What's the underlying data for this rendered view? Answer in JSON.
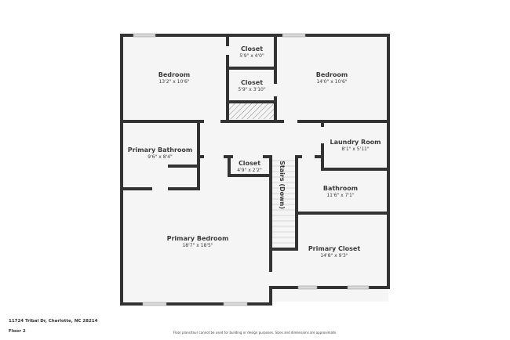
{
  "rooms": {
    "bedroom_left": {
      "name": "Bedroom",
      "dims": "13'2\" x 10'6\""
    },
    "closet_top": {
      "name": "Closet",
      "dims": "5'9\" x 4'0\""
    },
    "closet_mid": {
      "name": "Closet",
      "dims": "5'9\" x 3'10\""
    },
    "bedroom_right": {
      "name": "Bedroom",
      "dims": "14'0\" x 10'6\""
    },
    "primary_bathroom": {
      "name": "Primary Bathroom",
      "dims": "9'6\" x 8'4\""
    },
    "closet_hall": {
      "name": "Closet",
      "dims": "4'9\" x 2'2\""
    },
    "stairs": {
      "name": "Stairs (Down)"
    },
    "laundry_room": {
      "name": "Laundry Room",
      "dims": "8'1\" x 5'11\""
    },
    "bathroom": {
      "name": "Bathroom",
      "dims": "11'6\" x 7'1\""
    },
    "primary_bedroom": {
      "name": "Primary Bedroom",
      "dims": "18'7\" x 18'5\""
    },
    "primary_closet": {
      "name": "Primary Closet",
      "dims": "14'8\" x 9'3\""
    }
  },
  "footer": {
    "address": "11724 Tribal Dr, Charlotte, NC 28214",
    "floor": "Floor 2",
    "disclaimer": "Floor plans/tour cannot be used for building or design purposes. Sizes and dimensions are approximate."
  },
  "colors": {
    "wall": "#333333",
    "floor": "#f5f5f5",
    "window": "#d9d9d9"
  }
}
